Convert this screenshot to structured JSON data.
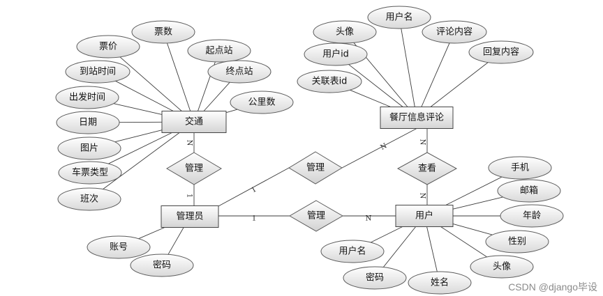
{
  "entities": [
    {
      "id": "transport",
      "label": "交通"
    },
    {
      "id": "admin",
      "label": "管理员"
    },
    {
      "id": "review",
      "label": "餐厅信息评论"
    },
    {
      "id": "user",
      "label": "用户"
    }
  ],
  "attributes": [
    {
      "id": "t_fare",
      "label": "票价",
      "entity": "transport"
    },
    {
      "id": "t_count",
      "label": "票数",
      "entity": "transport"
    },
    {
      "id": "t_origin",
      "label": "起点站",
      "entity": "transport"
    },
    {
      "id": "t_arrival",
      "label": "到站时间",
      "entity": "transport"
    },
    {
      "id": "t_terminal",
      "label": "终点站",
      "entity": "transport"
    },
    {
      "id": "t_departure",
      "label": "出发时间",
      "entity": "transport"
    },
    {
      "id": "t_distance",
      "label": "公里数",
      "entity": "transport"
    },
    {
      "id": "t_date",
      "label": "日期",
      "entity": "transport"
    },
    {
      "id": "t_image",
      "label": "图片",
      "entity": "transport"
    },
    {
      "id": "t_ticket_type",
      "label": "车票类型",
      "entity": "transport"
    },
    {
      "id": "t_shift",
      "label": "班次",
      "entity": "transport"
    },
    {
      "id": "a_account",
      "label": "账号",
      "entity": "admin"
    },
    {
      "id": "a_password",
      "label": "密码",
      "entity": "admin"
    },
    {
      "id": "r_username",
      "label": "用户名",
      "entity": "review"
    },
    {
      "id": "r_avatar",
      "label": "头像",
      "entity": "review"
    },
    {
      "id": "r_content",
      "label": "评论内容",
      "entity": "review"
    },
    {
      "id": "r_userid",
      "label": "用户id",
      "entity": "review"
    },
    {
      "id": "r_reply",
      "label": "回复内容",
      "entity": "review"
    },
    {
      "id": "r_relid",
      "label": "关联表id",
      "entity": "review"
    },
    {
      "id": "u_phone",
      "label": "手机",
      "entity": "user"
    },
    {
      "id": "u_email",
      "label": "邮箱",
      "entity": "user"
    },
    {
      "id": "u_age",
      "label": "年龄",
      "entity": "user"
    },
    {
      "id": "u_gender",
      "label": "性别",
      "entity": "user"
    },
    {
      "id": "u_username",
      "label": "用户名",
      "entity": "user"
    },
    {
      "id": "u_avatar",
      "label": "头像",
      "entity": "user"
    },
    {
      "id": "u_password",
      "label": "密码",
      "entity": "user"
    },
    {
      "id": "u_name",
      "label": "姓名",
      "entity": "user"
    }
  ],
  "relationships": [
    {
      "id": "rel_admin_transport",
      "label": "管理",
      "from": "transport",
      "to": "admin",
      "from_card": "N",
      "to_card": "1"
    },
    {
      "id": "rel_admin_review",
      "label": "管理",
      "from": "admin",
      "to": "review",
      "from_card": "1",
      "to_card": "N"
    },
    {
      "id": "rel_admin_user",
      "label": "管理",
      "from": "admin",
      "to": "user",
      "from_card": "1",
      "to_card": "N"
    },
    {
      "id": "rel_user_review",
      "label": "查看",
      "from": "review",
      "to": "user",
      "from_card": "N",
      "to_card": "N"
    }
  ],
  "watermark": "CSDN @django毕设"
}
